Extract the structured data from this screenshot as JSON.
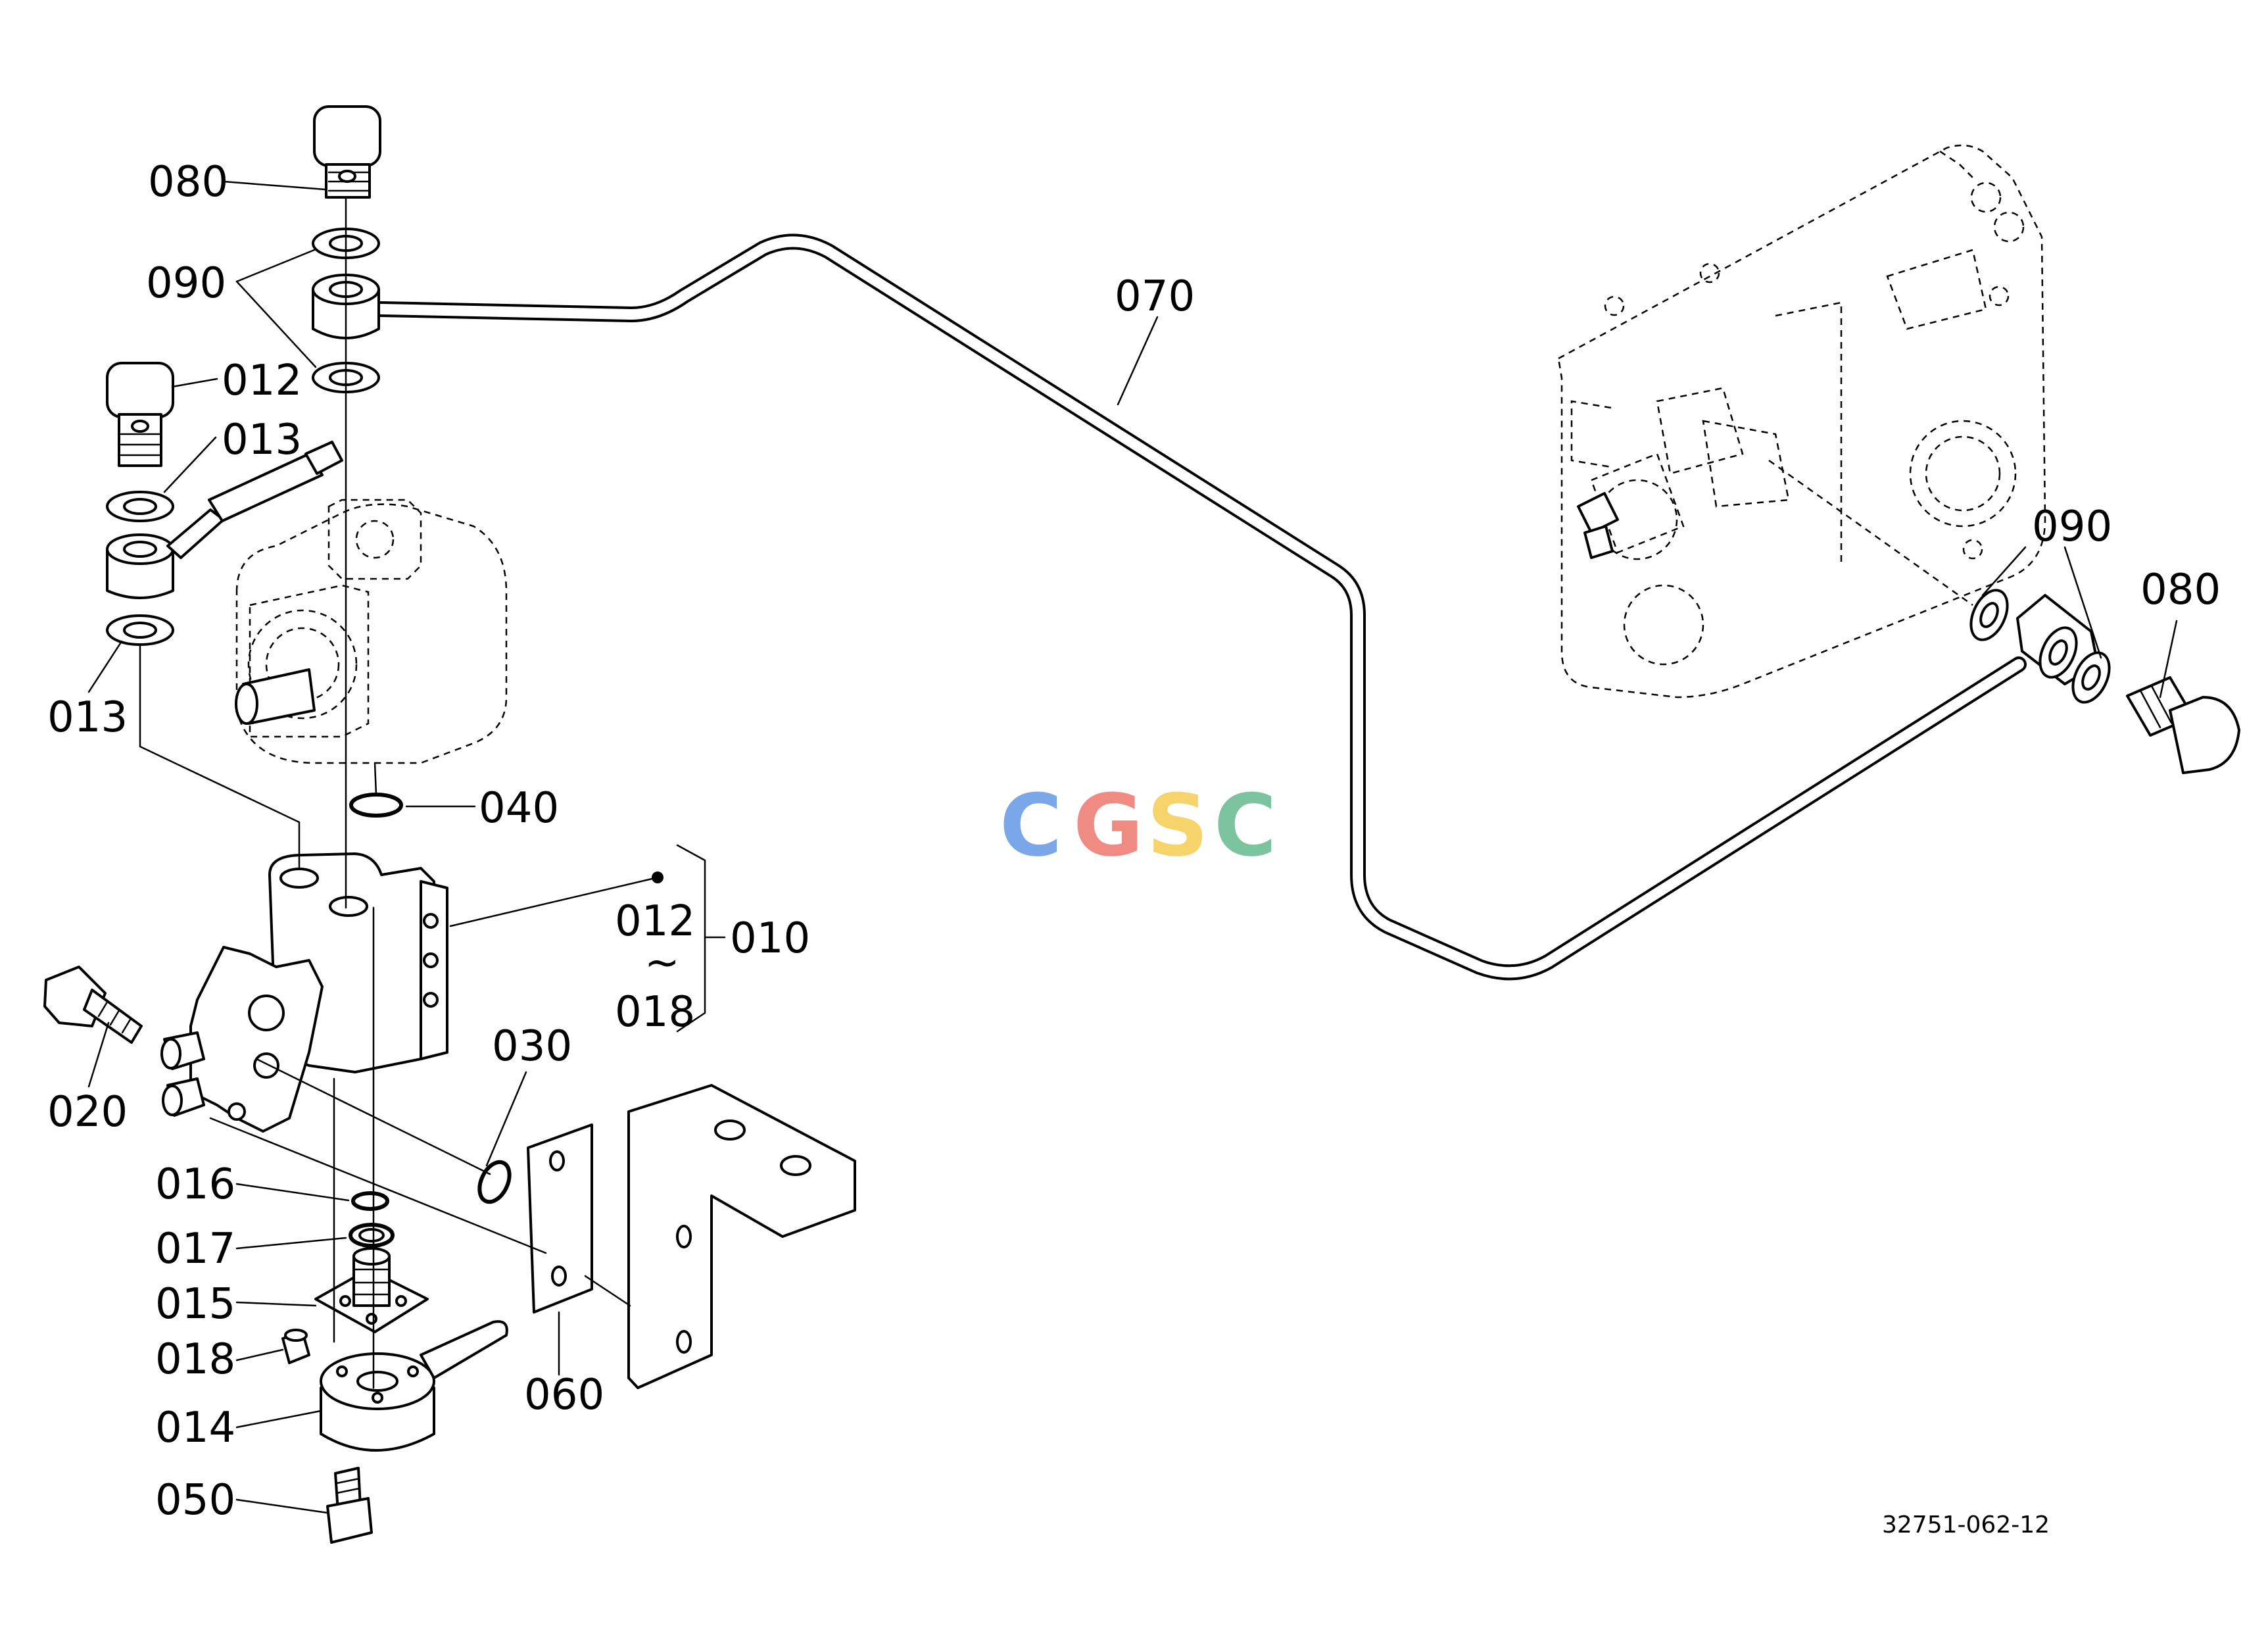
{
  "labels": {
    "p080_top": "080",
    "p090_top": "090",
    "p012": "012",
    "p013_top": "013",
    "p013_bottom": "013",
    "p040": "040",
    "p070": "070",
    "p090_right": "090",
    "p080_right": "080",
    "p010": "010",
    "p012_range": "012",
    "range_sep": "~",
    "p018_range": "018",
    "p020": "020",
    "p030": "030",
    "p016": "016",
    "p017": "017",
    "p015": "015",
    "p018": "018",
    "p014": "014",
    "p050": "050",
    "p060": "060"
  },
  "watermark": {
    "letters": [
      "C",
      "G",
      "S",
      "C"
    ],
    "colors": [
      "#7aa7e8",
      "#f08b84",
      "#f6d36b",
      "#7cc3a0"
    ]
  },
  "drawing_ref": "32751-062-12"
}
